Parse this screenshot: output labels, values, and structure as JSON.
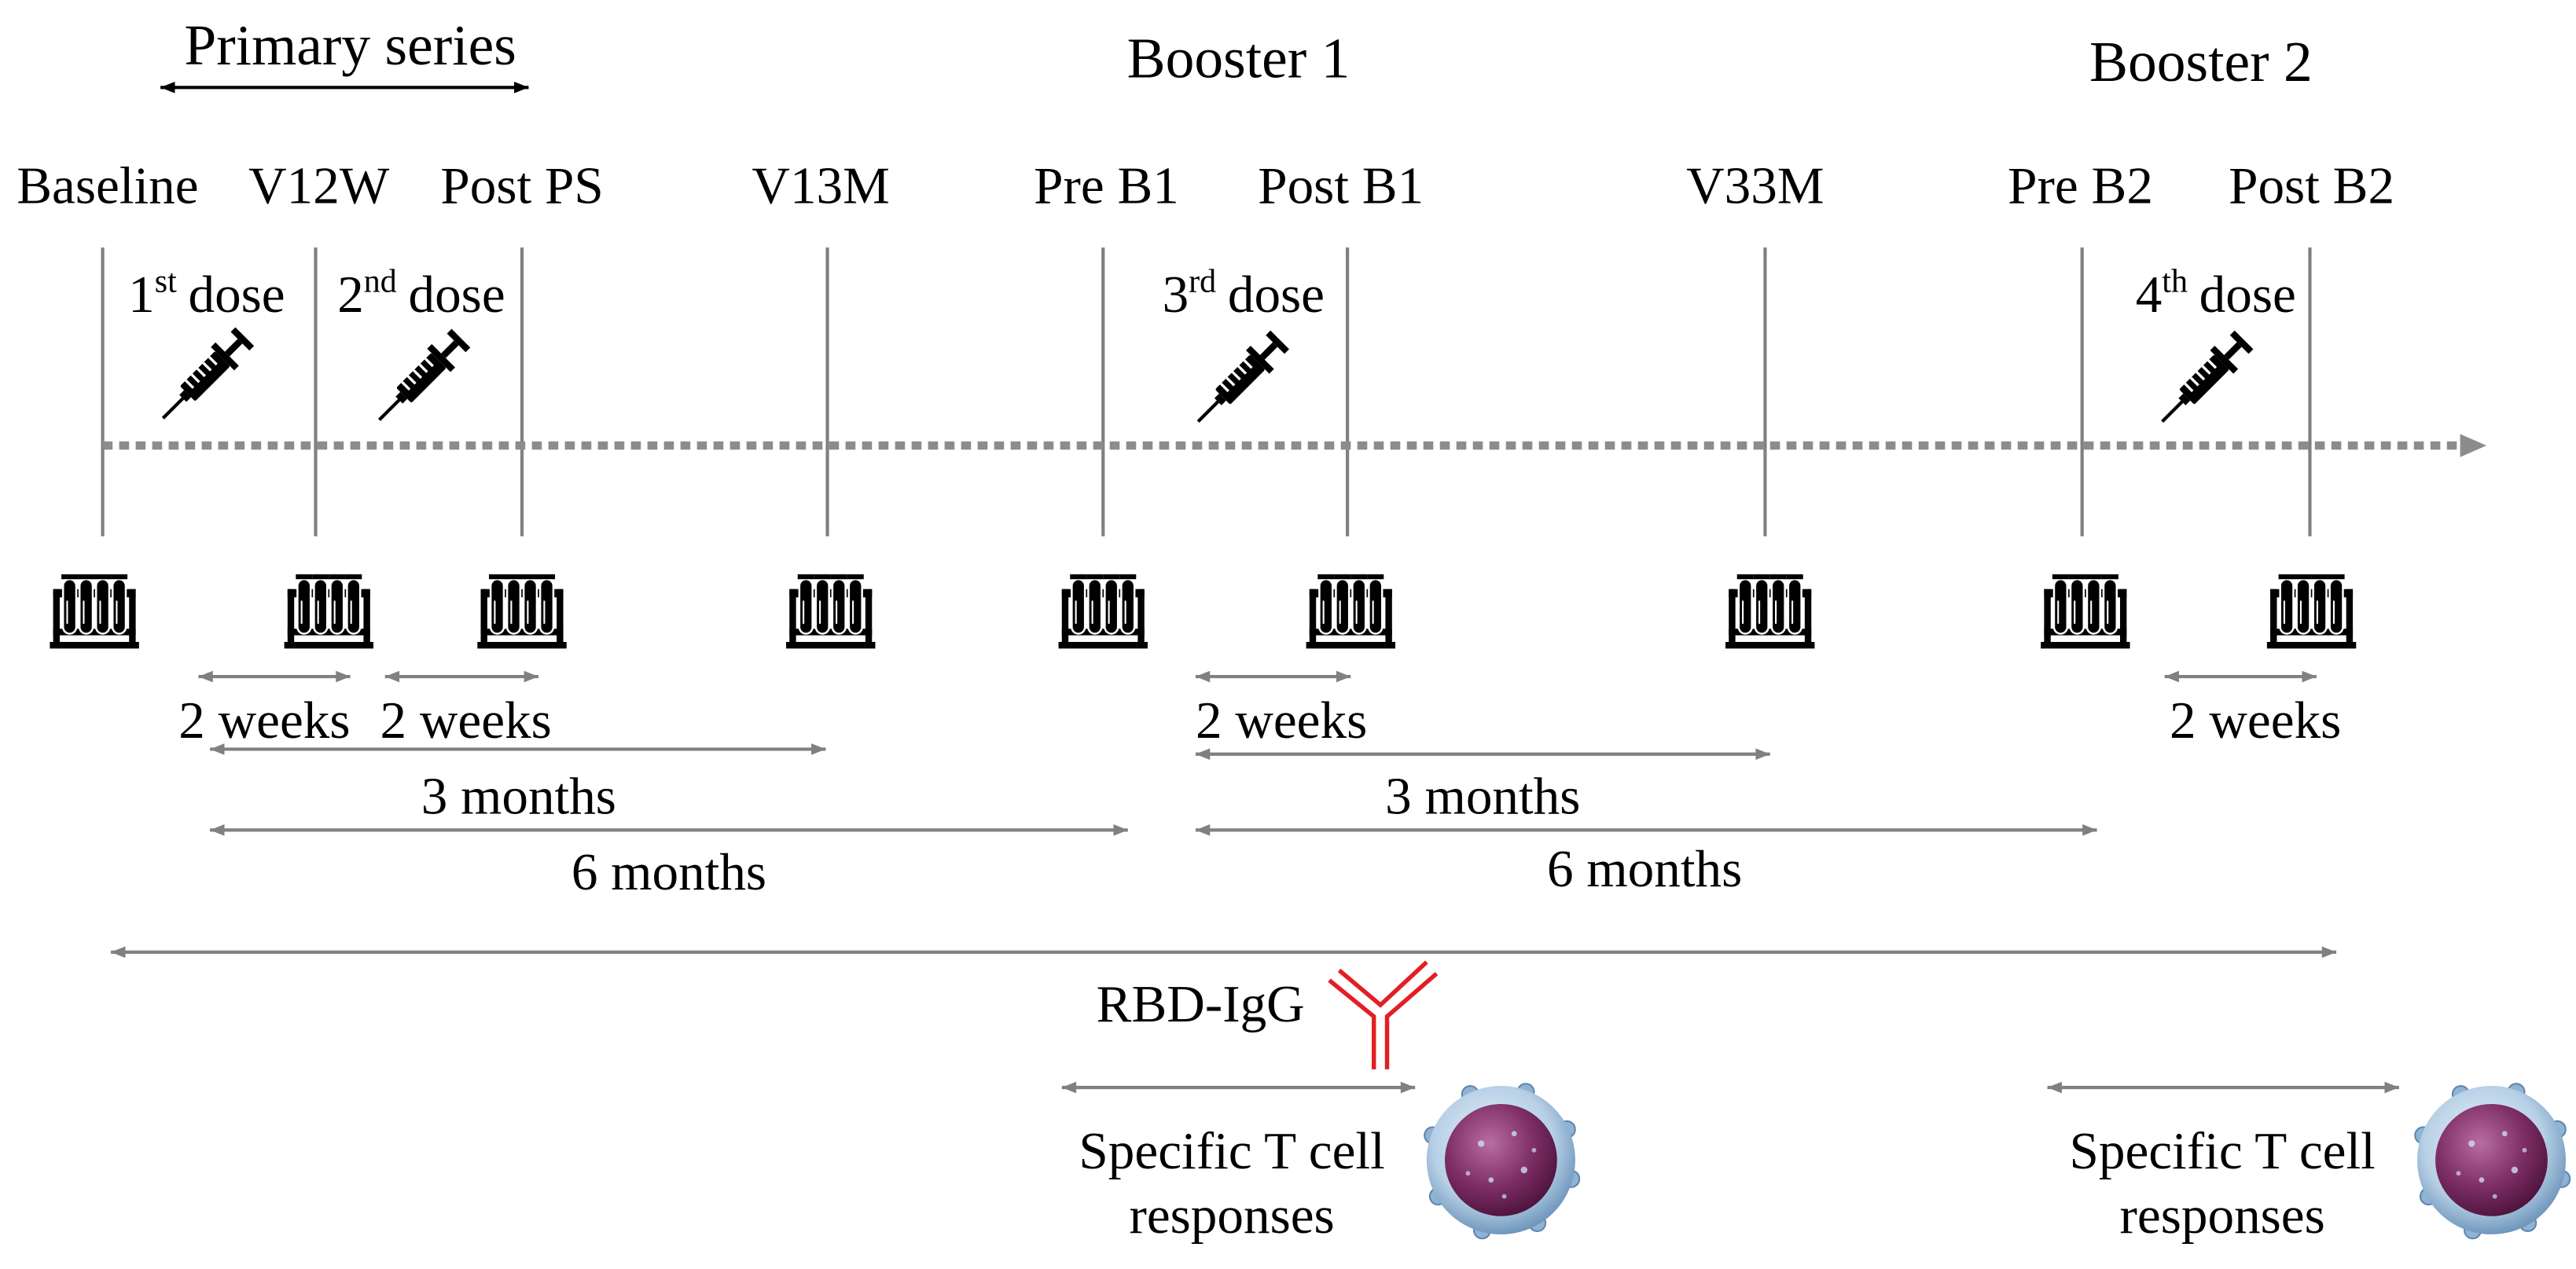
{
  "phases": {
    "primary_series": "Primary series",
    "booster_1": "Booster 1",
    "booster_2": "Booster 2"
  },
  "timepoints": [
    "Baseline",
    "V12W",
    "Post PS",
    "V13M",
    "Pre B1",
    "Post B1",
    "V33M",
    "Pre B2",
    "Post B2"
  ],
  "doses": [
    {
      "ordinal": "1",
      "suffix": "st",
      "label": "dose"
    },
    {
      "ordinal": "2",
      "suffix": "nd",
      "label": "dose"
    },
    {
      "ordinal": "3",
      "suffix": "rd",
      "label": "dose"
    },
    {
      "ordinal": "4",
      "suffix": "th",
      "label": "dose"
    }
  ],
  "intervals": {
    "primary_series": [
      "2 weeks",
      "2 weeks",
      "3 months",
      "6 months"
    ],
    "booster_1": [
      "2 weeks",
      "3 months",
      "6 months"
    ],
    "booster_2": [
      "2 weeks"
    ]
  },
  "assays": {
    "antibody": "RBD-IgG",
    "t_cell_responses": [
      {
        "line1": "Specific T cell",
        "line2": "responses"
      },
      {
        "line1": "Specific T cell",
        "line2": "responses"
      }
    ]
  },
  "icons": {
    "dose": "syringe-icon",
    "sample": "test-tube-rack-icon",
    "antibody": "antibody-icon",
    "t_cell": "t-cell-icon"
  },
  "colors": {
    "interval_arrows": "#808080",
    "timeline_dotted": "#8c8c8c",
    "antibody_red": "#e31e24",
    "text": "#000000"
  }
}
